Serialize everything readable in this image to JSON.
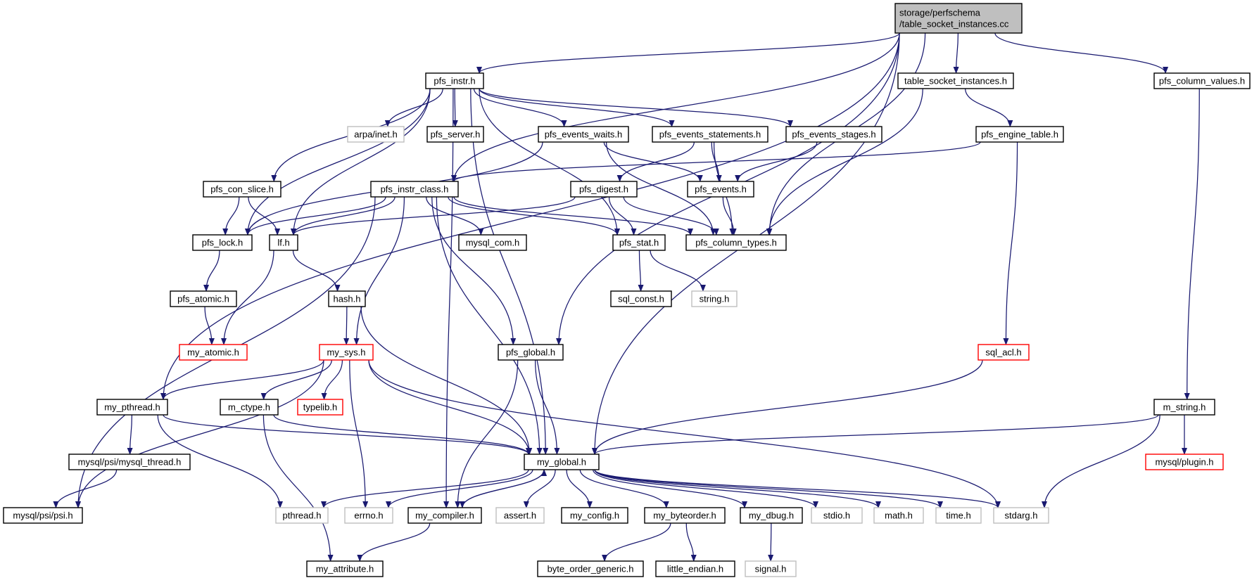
{
  "colors": {
    "edge": "#191970",
    "node_border_normal": "#000000",
    "node_border_missing": "#bfbfbf",
    "node_border_truncated": "#ff0000",
    "root_fill": "#bfbfbf"
  },
  "graph": {
    "root": "table_socket_instances_cc",
    "nodes": [
      {
        "id": "table_socket_instances_cc",
        "label": "storage/perfschema\n/table_socket_instances.cc",
        "kind": "root"
      },
      {
        "id": "pfs_instr",
        "label": "pfs_instr.h",
        "kind": "normal"
      },
      {
        "id": "table_socket_instances_h",
        "label": "table_socket_instances.h",
        "kind": "normal"
      },
      {
        "id": "pfs_column_values",
        "label": "pfs_column_values.h",
        "kind": "normal"
      },
      {
        "id": "arpa_inet",
        "label": "arpa/inet.h",
        "kind": "missing"
      },
      {
        "id": "pfs_server",
        "label": "pfs_server.h",
        "kind": "normal"
      },
      {
        "id": "pfs_events_waits",
        "label": "pfs_events_waits.h",
        "kind": "normal"
      },
      {
        "id": "pfs_events_statements",
        "label": "pfs_events_statements.h",
        "kind": "normal"
      },
      {
        "id": "pfs_events_stages",
        "label": "pfs_events_stages.h",
        "kind": "normal"
      },
      {
        "id": "pfs_engine_table",
        "label": "pfs_engine_table.h",
        "kind": "normal"
      },
      {
        "id": "pfs_con_slice",
        "label": "pfs_con_slice.h",
        "kind": "normal"
      },
      {
        "id": "pfs_instr_class",
        "label": "pfs_instr_class.h",
        "kind": "normal"
      },
      {
        "id": "pfs_digest",
        "label": "pfs_digest.h",
        "kind": "normal"
      },
      {
        "id": "pfs_events",
        "label": "pfs_events.h",
        "kind": "normal"
      },
      {
        "id": "pfs_lock",
        "label": "pfs_lock.h",
        "kind": "normal"
      },
      {
        "id": "lf",
        "label": "lf.h",
        "kind": "normal"
      },
      {
        "id": "mysql_com",
        "label": "mysql_com.h",
        "kind": "normal"
      },
      {
        "id": "pfs_stat",
        "label": "pfs_stat.h",
        "kind": "normal"
      },
      {
        "id": "pfs_column_types",
        "label": "pfs_column_types.h",
        "kind": "normal"
      },
      {
        "id": "pfs_atomic",
        "label": "pfs_atomic.h",
        "kind": "normal"
      },
      {
        "id": "hash",
        "label": "hash.h",
        "kind": "normal"
      },
      {
        "id": "sql_const",
        "label": "sql_const.h",
        "kind": "normal"
      },
      {
        "id": "string_h",
        "label": "string.h",
        "kind": "missing"
      },
      {
        "id": "my_atomic",
        "label": "my_atomic.h",
        "kind": "truncated"
      },
      {
        "id": "my_sys",
        "label": "my_sys.h",
        "kind": "truncated"
      },
      {
        "id": "pfs_global",
        "label": "pfs_global.h",
        "kind": "normal"
      },
      {
        "id": "sql_acl",
        "label": "sql_acl.h",
        "kind": "truncated"
      },
      {
        "id": "my_pthread",
        "label": "my_pthread.h",
        "kind": "normal"
      },
      {
        "id": "m_ctype",
        "label": "m_ctype.h",
        "kind": "normal"
      },
      {
        "id": "typelib",
        "label": "typelib.h",
        "kind": "truncated"
      },
      {
        "id": "m_string",
        "label": "m_string.h",
        "kind": "normal"
      },
      {
        "id": "mysql_psi_mysql_thread",
        "label": "mysql/psi/mysql_thread.h",
        "kind": "normal"
      },
      {
        "id": "my_global",
        "label": "my_global.h",
        "kind": "normal"
      },
      {
        "id": "mysql_plugin",
        "label": "mysql/plugin.h",
        "kind": "truncated"
      },
      {
        "id": "mysql_psi_psi",
        "label": "mysql/psi/psi.h",
        "kind": "normal"
      },
      {
        "id": "pthread_h",
        "label": "pthread.h",
        "kind": "missing"
      },
      {
        "id": "errno_h",
        "label": "errno.h",
        "kind": "missing"
      },
      {
        "id": "my_compiler",
        "label": "my_compiler.h",
        "kind": "normal"
      },
      {
        "id": "assert_h",
        "label": "assert.h",
        "kind": "missing"
      },
      {
        "id": "my_config",
        "label": "my_config.h",
        "kind": "normal"
      },
      {
        "id": "my_byteorder",
        "label": "my_byteorder.h",
        "kind": "normal"
      },
      {
        "id": "my_dbug",
        "label": "my_dbug.h",
        "kind": "normal"
      },
      {
        "id": "stdio_h",
        "label": "stdio.h",
        "kind": "missing"
      },
      {
        "id": "math_h",
        "label": "math.h",
        "kind": "missing"
      },
      {
        "id": "time_h",
        "label": "time.h",
        "kind": "missing"
      },
      {
        "id": "stdarg_h",
        "label": "stdarg.h",
        "kind": "missing"
      },
      {
        "id": "my_attribute",
        "label": "my_attribute.h",
        "kind": "normal"
      },
      {
        "id": "byte_order_generic",
        "label": "byte_order_generic.h",
        "kind": "normal"
      },
      {
        "id": "little_endian",
        "label": "little_endian.h",
        "kind": "normal"
      },
      {
        "id": "signal_h",
        "label": "signal.h",
        "kind": "missing"
      }
    ],
    "edges": [
      [
        "table_socket_instances_cc",
        "pfs_instr"
      ],
      [
        "table_socket_instances_cc",
        "table_socket_instances_h"
      ],
      [
        "table_socket_instances_cc",
        "pfs_column_values"
      ],
      [
        "table_socket_instances_cc",
        "my_pthread"
      ],
      [
        "table_socket_instances_cc",
        "pfs_instr_class"
      ],
      [
        "table_socket_instances_cc",
        "pfs_global"
      ],
      [
        "table_socket_instances_cc",
        "pfs_column_types"
      ],
      [
        "table_socket_instances_cc",
        "my_global"
      ],
      [
        "pfs_instr",
        "arpa_inet"
      ],
      [
        "pfs_instr",
        "pfs_server"
      ],
      [
        "pfs_instr",
        "pfs_events_waits"
      ],
      [
        "pfs_instr",
        "pfs_events_statements"
      ],
      [
        "pfs_instr",
        "pfs_events_stages"
      ],
      [
        "pfs_instr",
        "pfs_con_slice"
      ],
      [
        "pfs_instr",
        "pfs_lock"
      ],
      [
        "pfs_instr",
        "lf"
      ],
      [
        "pfs_instr",
        "pfs_stat"
      ],
      [
        "pfs_instr",
        "my_global"
      ],
      [
        "pfs_instr",
        "my_compiler"
      ],
      [
        "table_socket_instances_h",
        "pfs_engine_table"
      ],
      [
        "table_socket_instances_h",
        "pfs_column_types"
      ],
      [
        "pfs_column_values",
        "m_string"
      ],
      [
        "pfs_events_waits",
        "pfs_events"
      ],
      [
        "pfs_events_waits",
        "pfs_lock"
      ],
      [
        "pfs_events_waits",
        "pfs_column_types"
      ],
      [
        "pfs_events_statements",
        "pfs_events"
      ],
      [
        "pfs_events_statements",
        "pfs_digest"
      ],
      [
        "pfs_events_statements",
        "pfs_column_types"
      ],
      [
        "pfs_events_stages",
        "pfs_events"
      ],
      [
        "pfs_engine_table",
        "pfs_instr_class"
      ],
      [
        "pfs_engine_table",
        "sql_acl"
      ],
      [
        "pfs_con_slice",
        "pfs_lock"
      ],
      [
        "pfs_con_slice",
        "lf"
      ],
      [
        "pfs_instr_class",
        "pfs_lock"
      ],
      [
        "pfs_instr_class",
        "lf"
      ],
      [
        "pfs_instr_class",
        "mysql_com"
      ],
      [
        "pfs_instr_class",
        "pfs_stat"
      ],
      [
        "pfs_instr_class",
        "pfs_column_types"
      ],
      [
        "pfs_instr_class",
        "my_sys"
      ],
      [
        "pfs_instr_class",
        "pfs_global"
      ],
      [
        "pfs_instr_class",
        "my_global"
      ],
      [
        "pfs_instr_class",
        "mysql_psi_psi"
      ],
      [
        "pfs_digest",
        "lf"
      ],
      [
        "pfs_digest",
        "pfs_stat"
      ],
      [
        "pfs_digest",
        "pfs_column_types"
      ],
      [
        "pfs_events",
        "pfs_column_types"
      ],
      [
        "pfs_lock",
        "pfs_atomic"
      ],
      [
        "lf",
        "hash"
      ],
      [
        "lf",
        "my_atomic"
      ],
      [
        "pfs_stat",
        "sql_const"
      ],
      [
        "pfs_stat",
        "string_h"
      ],
      [
        "pfs_atomic",
        "my_atomic"
      ],
      [
        "hash",
        "my_sys"
      ],
      [
        "hash",
        "my_global"
      ],
      [
        "my_sys",
        "my_pthread"
      ],
      [
        "my_sys",
        "m_ctype"
      ],
      [
        "my_sys",
        "typelib"
      ],
      [
        "my_sys",
        "my_global"
      ],
      [
        "my_sys",
        "mysql_psi_psi"
      ],
      [
        "my_sys",
        "errno_h"
      ],
      [
        "my_sys",
        "stdarg_h"
      ],
      [
        "pfs_global",
        "my_global"
      ],
      [
        "pfs_global",
        "my_compiler"
      ],
      [
        "sql_acl",
        "my_global"
      ],
      [
        "my_pthread",
        "mysql_psi_mysql_thread"
      ],
      [
        "my_pthread",
        "my_global"
      ],
      [
        "my_pthread",
        "pthread_h"
      ],
      [
        "m_ctype",
        "my_global"
      ],
      [
        "m_ctype",
        "my_attribute"
      ],
      [
        "m_string",
        "my_global"
      ],
      [
        "m_string",
        "mysql_plugin"
      ],
      [
        "m_string",
        "stdarg_h"
      ],
      [
        "mysql_psi_mysql_thread",
        "mysql_psi_psi"
      ],
      [
        "my_global",
        "pthread_h"
      ],
      [
        "my_global",
        "errno_h"
      ],
      [
        "my_global",
        "my_compiler"
      ],
      [
        "my_global",
        "assert_h"
      ],
      [
        "my_global",
        "my_config"
      ],
      [
        "my_global",
        "my_byteorder"
      ],
      [
        "my_global",
        "my_dbug"
      ],
      [
        "my_global",
        "stdio_h"
      ],
      [
        "my_global",
        "math_h"
      ],
      [
        "my_global",
        "time_h"
      ],
      [
        "my_global",
        "stdarg_h"
      ],
      [
        "my_compiler",
        "my_global"
      ],
      [
        "my_compiler",
        "my_attribute"
      ],
      [
        "my_byteorder",
        "byte_order_generic"
      ],
      [
        "my_byteorder",
        "little_endian"
      ],
      [
        "my_dbug",
        "signal_h"
      ]
    ]
  }
}
